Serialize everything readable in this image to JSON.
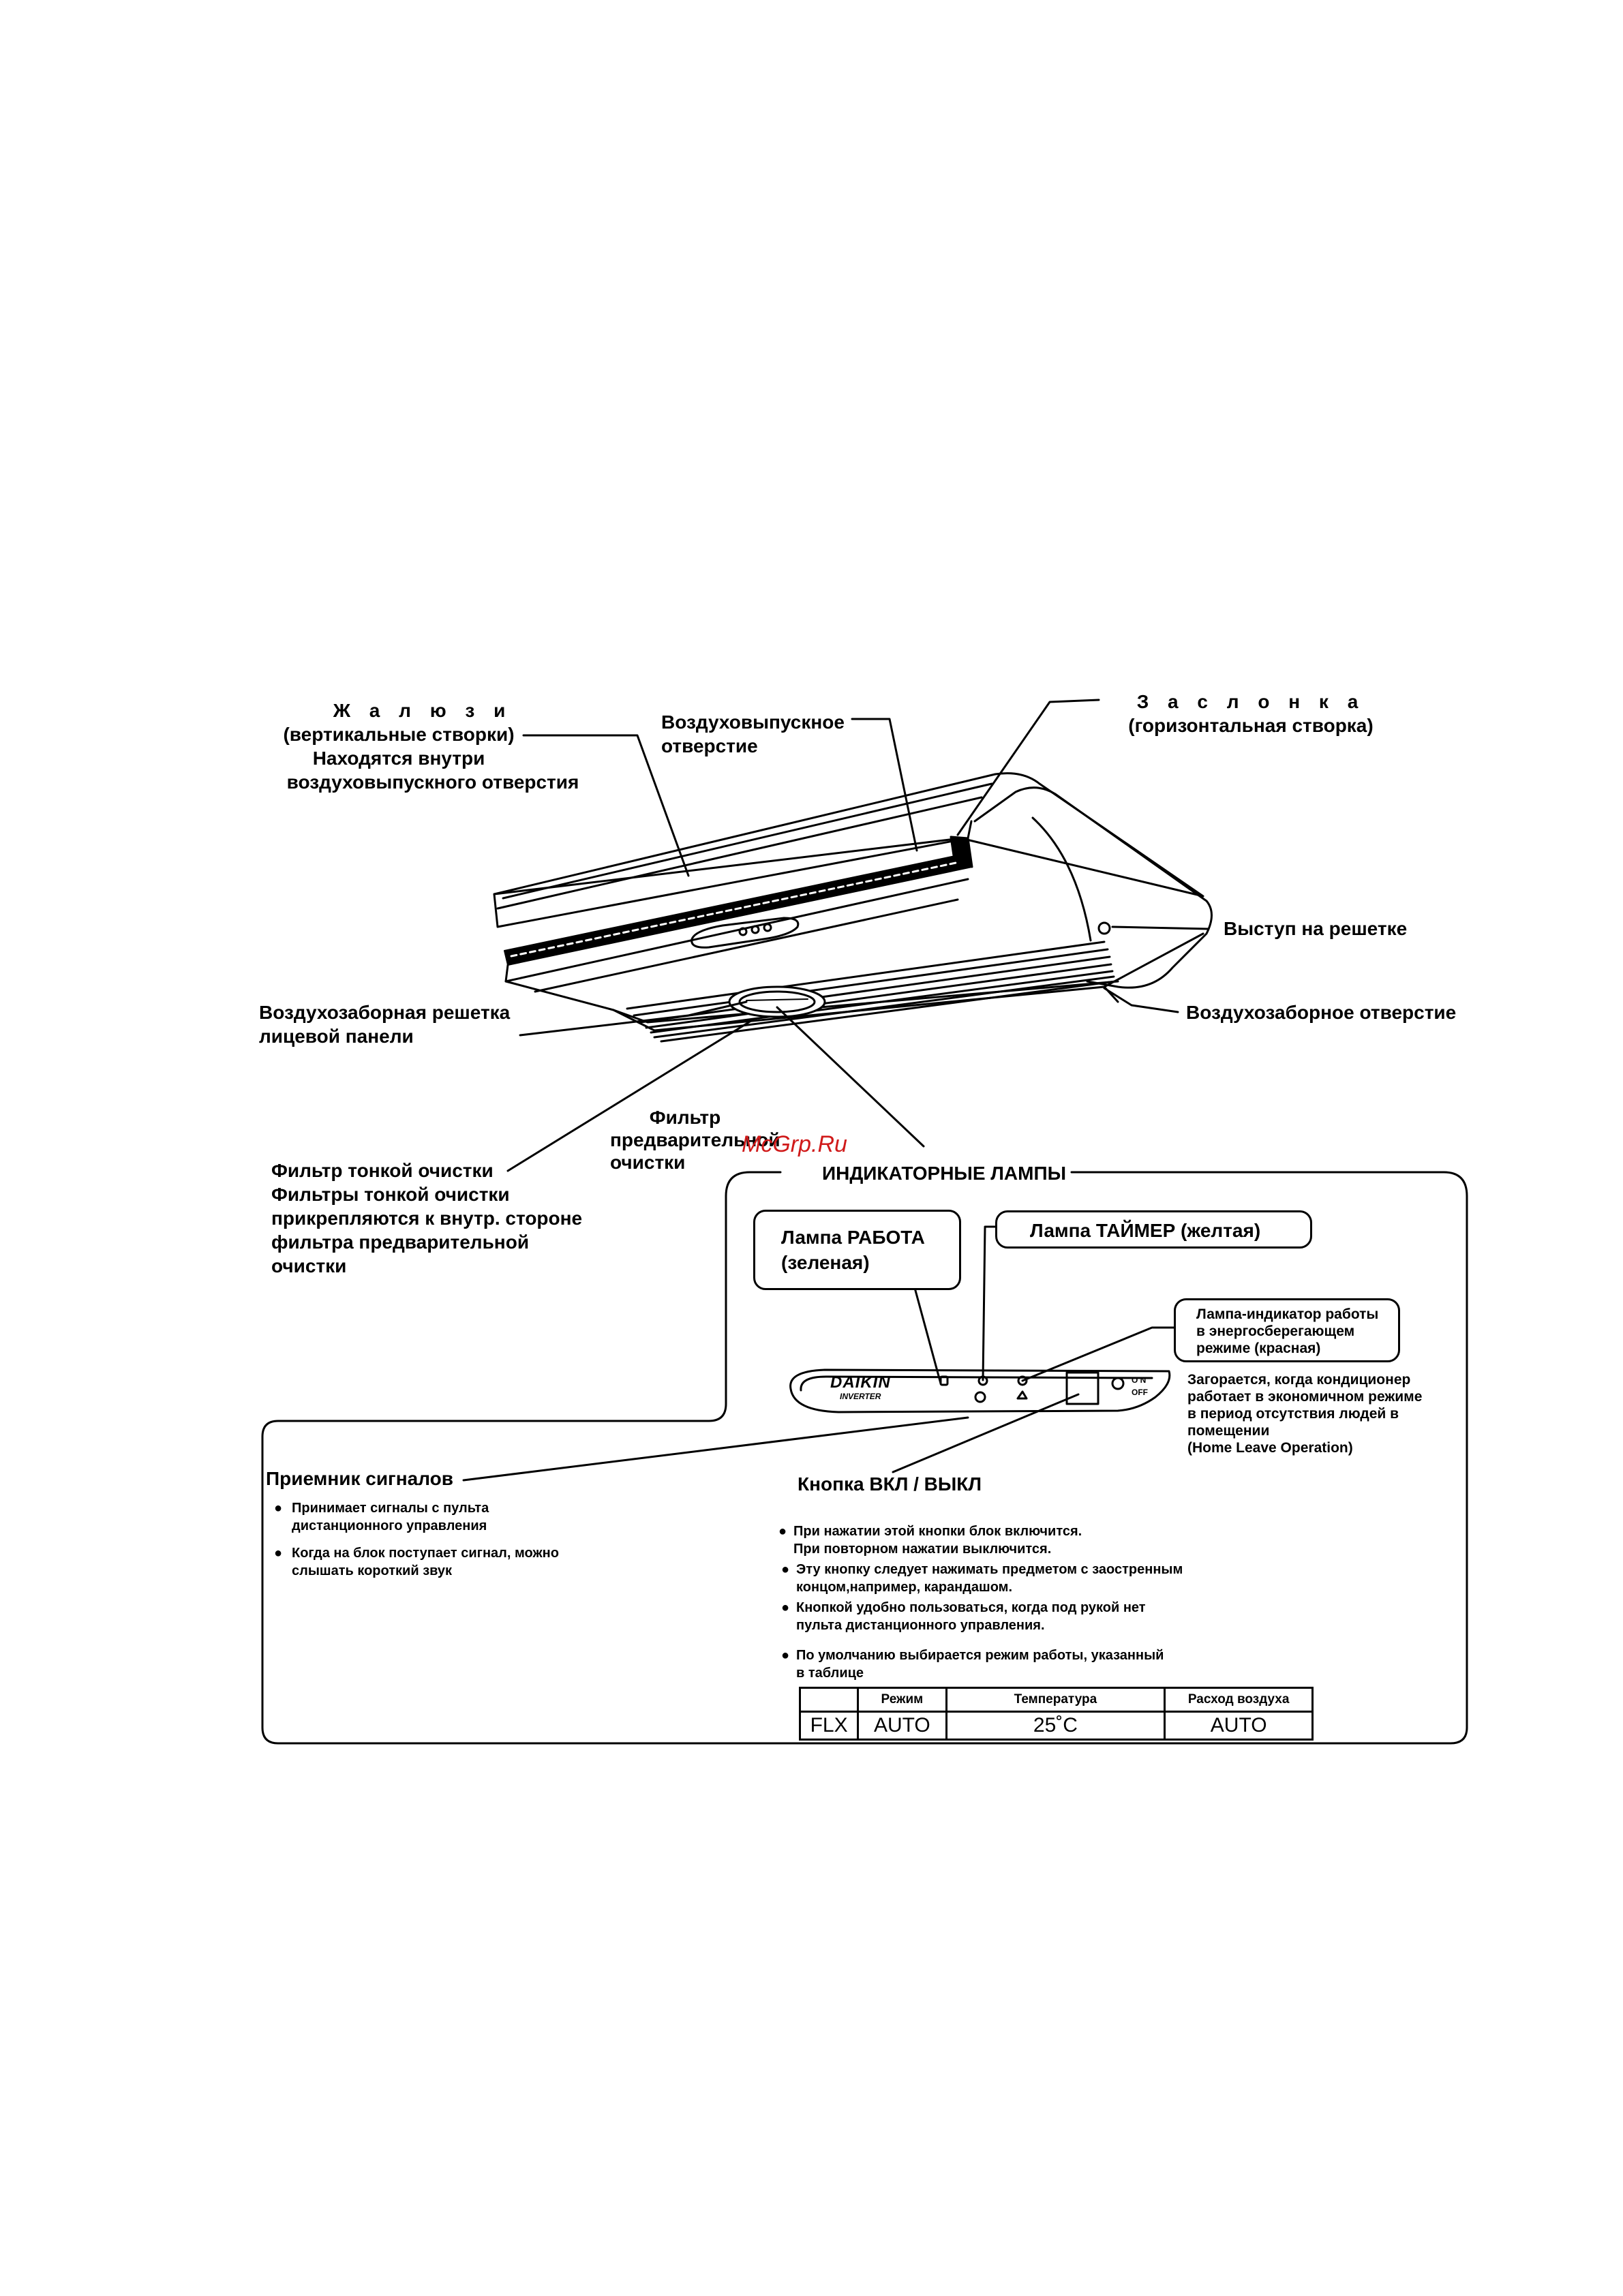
{
  "watermark": "McGrp.Ru",
  "labels": {
    "louvers_title": "Ж а л ю з и",
    "louvers_sub1": "(вертикальные створки)",
    "louvers_sub2": "Находятся внутри",
    "louvers_sub3": "воздуховыпускного отверстия",
    "outlet_1": "Воздуховыпускное",
    "outlet_2": "отверстие",
    "flap_title": "З а с л о н к а",
    "flap_sub": "(горизонтальная створка)",
    "grille_tab": "Выступ на решетке",
    "front_grille_1": "Воздухозаборная решетка",
    "front_grille_2": "лицевой панели",
    "air_inlet": "Воздухозаборное отверстие",
    "prefilter_1": "Фильтр",
    "prefilter_2": "предварительной",
    "prefilter_3": "очистки",
    "fine_filter_1": "Фильтр тонкой очистки",
    "fine_filter_2": "Фильтры тонкой очистки",
    "fine_filter_3": "прикрепляются к внутр. стороне",
    "fine_filter_4": "фильтра предварительной",
    "fine_filter_5": "очистки"
  },
  "indicator": {
    "title": "ИНДИКАТОРНЫЕ ЛАМПЫ",
    "run_lamp_1": "Лампа РАБОТА",
    "run_lamp_2": "(зеленая)",
    "timer_lamp": "Лампа ТАЙМЕР (желтая)",
    "econ_lamp_1": "Лампа-индикатор работы",
    "econ_lamp_2": "в энергосберегающем",
    "econ_lamp_3": "режиме (красная)",
    "econ_desc_1": "Загорается, когда кондиционер",
    "econ_desc_2": "работает в экономичном режиме",
    "econ_desc_3": "в период отсутствия людей в",
    "econ_desc_4": "помещении",
    "econ_desc_5": "(Home Leave Operation)",
    "brand": "DAIKIN",
    "brand_sub": "INVERTER",
    "switch_on": "O N",
    "switch_off": "OFF"
  },
  "receiver": {
    "title": "Приемник сигналов",
    "bullet1_1": "Принимает сигналы с пульта",
    "bullet1_2": "дистанционного управления",
    "bullet2_1": "Когда на блок поступает сигнал, можно",
    "bullet2_2": "слышать короткий звук"
  },
  "onoff": {
    "title": "Кнопка ВКЛ / ВЫКЛ",
    "b1_1": "При нажатии этой кнопки блок включится.",
    "b1_2": "При повторном нажатии выключится.",
    "b2_1": "Эту кнопку следует нажимать предметом с заостренным",
    "b2_2": "концом,например, карандашом.",
    "b3_1": "Кнопкой удобно пользоваться, когда под рукой нет",
    "b3_2": "пульта дистанционного управления.",
    "b4_1": "По умолчанию выбирается режим работы, указанный",
    "b4_2": "в таблице"
  },
  "defaults_table": {
    "headers": [
      "",
      "Режим",
      "Температура",
      "Расход воздуха"
    ],
    "values": [
      "FLX",
      "AUTO",
      "25˚C",
      "AUTO"
    ]
  },
  "bullet_symbol": "●"
}
